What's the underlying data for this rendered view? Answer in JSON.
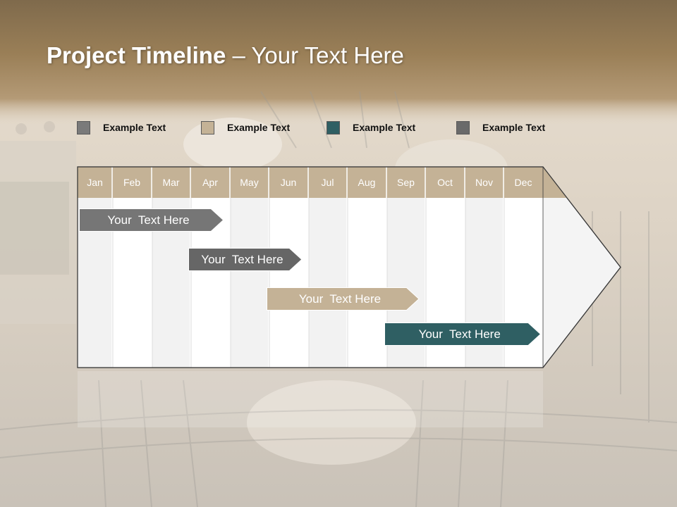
{
  "title": {
    "bold": "Project Timeline",
    "rest": " – Your Text Here"
  },
  "colors": {
    "header_band": "#8f7550",
    "month_header": "#c4b296",
    "column_light": "#f2f2f2",
    "column_white": "#ffffff",
    "outline": "#3a3a3a",
    "gray": "#767676",
    "dark_gray": "#666666",
    "tan": "#c4b296",
    "teal": "#2f5f63"
  },
  "legend": [
    {
      "label": "Example Text",
      "color": "#7a7a7a"
    },
    {
      "label": "Example Text",
      "color": "#c4b296"
    },
    {
      "label": "Example Text",
      "color": "#2f5f63"
    },
    {
      "label": "Example Text",
      "color": "#6a6a6a"
    }
  ],
  "months": [
    "Jan",
    "Feb",
    "Mar",
    "Apr",
    "May",
    "Jun",
    "Jul",
    "Aug",
    "Sep",
    "Oct",
    "Nov",
    "Dec"
  ],
  "tasks": [
    {
      "label": "Your  Text Here",
      "color": "#767676",
      "start_month": 0.05,
      "end_month": 3.85
    },
    {
      "label": "Your  Text Here",
      "color": "#666666",
      "start_month": 2.95,
      "end_month": 5.85
    },
    {
      "label": "Your  Text Here",
      "color": "#c4b296",
      "start_month": 4.95,
      "end_month": 8.85
    },
    {
      "label": "Your  Text Here",
      "color": "#2f5f63",
      "start_month": 7.95,
      "end_month": 11.95
    }
  ]
}
